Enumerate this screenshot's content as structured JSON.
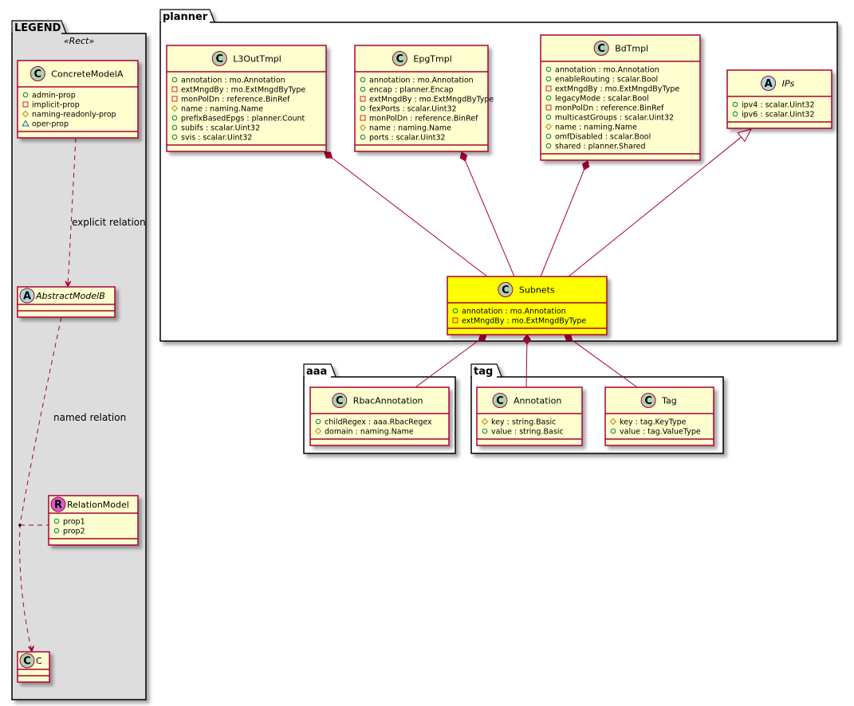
{
  "colors": {
    "class_fill": "#FEFECE",
    "class_border": "#A80036",
    "highlight_fill": "#FFFF00",
    "legend_bg": "#DDDDDD",
    "class_icon": "#ADD1B2",
    "abstract_icon": "#A9DCDF",
    "relation_icon": "#D45FCE",
    "public_vis": "#038048",
    "private_vis": "#C82930",
    "protected_vis": "#B38D22",
    "package_vis": "#1963A0",
    "edge": "#A80036"
  },
  "packages": {
    "legend": {
      "label": "LEGEND",
      "stereotype": "«Rect»"
    },
    "planner": {
      "label": "planner"
    },
    "aaa": {
      "label": "aaa"
    },
    "tag": {
      "label": "tag"
    }
  },
  "classes": {
    "concrete_model_a": {
      "kind": "C",
      "name": "ConcreteModelA",
      "attrs": [
        {
          "vis": "public",
          "text": "admin-prop"
        },
        {
          "vis": "private",
          "text": "implicit-prop"
        },
        {
          "vis": "protected",
          "text": "naming-readonly-prop"
        },
        {
          "vis": "package",
          "text": "oper-prop"
        }
      ]
    },
    "abstract_model_b": {
      "kind": "A",
      "name": "AbstractModelB",
      "attrs": []
    },
    "relation_model": {
      "kind": "R",
      "name": "RelationModel",
      "attrs": [
        {
          "vis": "public",
          "text": "prop1"
        },
        {
          "vis": "public",
          "text": "prop2"
        }
      ]
    },
    "c": {
      "kind": "C",
      "name": "C",
      "attrs": []
    },
    "l3out_tmpl": {
      "kind": "C",
      "name": "L3OutTmpl",
      "attrs": [
        {
          "vis": "public",
          "text": "annotation : mo.Annotation"
        },
        {
          "vis": "private",
          "text": "extMngdBy : mo.ExtMngdByType"
        },
        {
          "vis": "private",
          "text": "monPolDn : reference.BinRef"
        },
        {
          "vis": "protected",
          "text": "name : naming.Name"
        },
        {
          "vis": "public",
          "text": "prefixBasedEpgs : planner.Count"
        },
        {
          "vis": "public",
          "text": "subifs : scalar.Uint32"
        },
        {
          "vis": "public",
          "text": "svis : scalar.Uint32"
        }
      ]
    },
    "epg_tmpl": {
      "kind": "C",
      "name": "EpgTmpl",
      "attrs": [
        {
          "vis": "public",
          "text": "annotation : mo.Annotation"
        },
        {
          "vis": "public",
          "text": "encap : planner.Encap"
        },
        {
          "vis": "private",
          "text": "extMngdBy : mo.ExtMngdByType"
        },
        {
          "vis": "public",
          "text": "fexPorts : scalar.Uint32"
        },
        {
          "vis": "private",
          "text": "monPolDn : reference.BinRef"
        },
        {
          "vis": "protected",
          "text": "name : naming.Name"
        },
        {
          "vis": "public",
          "text": "ports : scalar.Uint32"
        }
      ]
    },
    "bd_tmpl": {
      "kind": "C",
      "name": "BdTmpl",
      "attrs": [
        {
          "vis": "public",
          "text": "annotation : mo.Annotation"
        },
        {
          "vis": "public",
          "text": "enableRouting : scalar.Bool"
        },
        {
          "vis": "private",
          "text": "extMngdBy : mo.ExtMngdByType"
        },
        {
          "vis": "public",
          "text": "legacyMode : scalar.Bool"
        },
        {
          "vis": "private",
          "text": "monPolDn : reference.BinRef"
        },
        {
          "vis": "public",
          "text": "multicastGroups : scalar.Uint32"
        },
        {
          "vis": "protected",
          "text": "name : naming.Name"
        },
        {
          "vis": "public",
          "text": "omfDisabled : scalar.Bool"
        },
        {
          "vis": "public",
          "text": "shared : planner.Shared"
        }
      ]
    },
    "ips": {
      "kind": "A",
      "name": "IPs",
      "attrs": [
        {
          "vis": "public",
          "text": "ipv4 : scalar.Uint32"
        },
        {
          "vis": "public",
          "text": "ipv6 : scalar.Uint32"
        }
      ]
    },
    "subnets": {
      "kind": "C",
      "name": "Subnets",
      "highlight": true,
      "attrs": [
        {
          "vis": "public",
          "text": "annotation : mo.Annotation"
        },
        {
          "vis": "private",
          "text": "extMngdBy : mo.ExtMngdByType"
        }
      ]
    },
    "rbac_annotation": {
      "kind": "C",
      "name": "RbacAnnotation",
      "attrs": [
        {
          "vis": "public",
          "text": "childRegex : aaa.RbacRegex"
        },
        {
          "vis": "protected",
          "text": "domain : naming.Name"
        }
      ]
    },
    "annotation": {
      "kind": "C",
      "name": "Annotation",
      "attrs": [
        {
          "vis": "protected",
          "text": "key : string.Basic"
        },
        {
          "vis": "public",
          "text": "value : string.Basic"
        }
      ]
    },
    "tag": {
      "kind": "C",
      "name": "Tag",
      "attrs": [
        {
          "vis": "protected",
          "text": "key : tag.KeyType"
        },
        {
          "vis": "public",
          "text": "value : tag.ValueType"
        }
      ]
    }
  },
  "relations": {
    "explicit_label": "explicit relation",
    "named_label": "named relation",
    "edges": [
      {
        "from": "l3out_tmpl",
        "to": "subnets",
        "type": "composition"
      },
      {
        "from": "epg_tmpl",
        "to": "subnets",
        "type": "composition"
      },
      {
        "from": "bd_tmpl",
        "to": "subnets",
        "type": "composition"
      },
      {
        "from": "subnets",
        "to": "ips",
        "type": "generalization"
      },
      {
        "from": "subnets",
        "to": "rbac_annotation",
        "type": "composition"
      },
      {
        "from": "subnets",
        "to": "annotation",
        "type": "composition"
      },
      {
        "from": "subnets",
        "to": "tag",
        "type": "composition"
      },
      {
        "from": "concrete_model_a",
        "to": "abstract_model_b",
        "type": "dependency",
        "label": "explicit relation"
      },
      {
        "from": "abstract_model_b",
        "to": "c",
        "type": "dependency",
        "label": "named relation",
        "via": "relation_model"
      }
    ]
  }
}
